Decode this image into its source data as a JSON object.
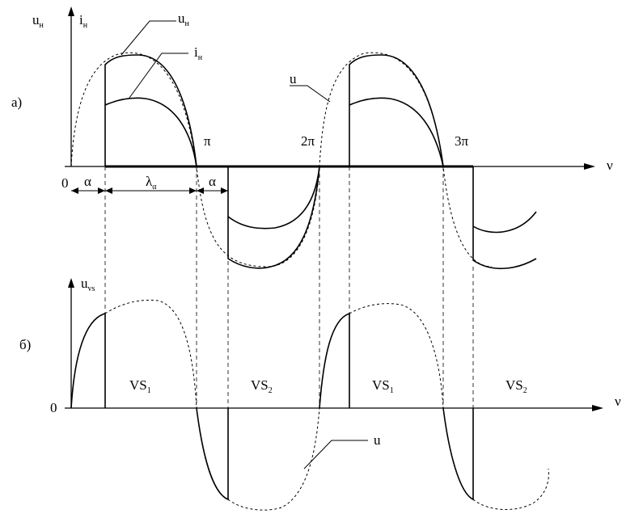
{
  "panel_a": {
    "label": "а)",
    "y_axis_labels": {
      "u": "u",
      "u_sub": "н",
      "i": "i",
      "i_sub": "н"
    },
    "curve_labels": {
      "u": "u",
      "u_sub": "н",
      "i": "i",
      "i_sub": "н",
      "source_u": "u"
    },
    "x_axis_symbol": "ν",
    "origin": "0",
    "ticks": [
      "π",
      "2π",
      "3π"
    ],
    "intervals": {
      "alpha": "α",
      "lambda": "λ",
      "lambda_sub": "α",
      "alpha2": "α"
    }
  },
  "panel_b": {
    "label": "б)",
    "y_axis_label": "u",
    "y_axis_sub": "vs",
    "x_axis_symbol": "ν",
    "origin": "0",
    "intervals": [
      {
        "label": "VS",
        "sub": "1"
      },
      {
        "label": "VS",
        "sub": "2"
      },
      {
        "label": "VS",
        "sub": "1"
      },
      {
        "label": "VS",
        "sub": "2"
      }
    ],
    "source_label": "u"
  }
}
